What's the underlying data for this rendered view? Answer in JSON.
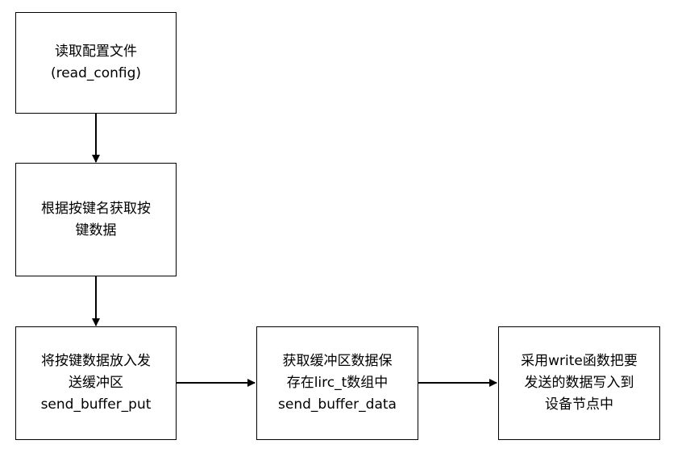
{
  "nodes": [
    {
      "id": "read-config",
      "lines": [
        "读取配置文件",
        "(read_config)"
      ]
    },
    {
      "id": "get-key-data",
      "lines": [
        "根据按键名获取按",
        "键数据"
      ]
    },
    {
      "id": "put-send-buffer",
      "lines": [
        "将按键数据放入发",
        "送缓冲区",
        "send_buffer_put"
      ]
    },
    {
      "id": "save-lirc-array",
      "lines": [
        "获取缓冲区数据保",
        "存在lirc_t数组中",
        "send_buffer_data"
      ]
    },
    {
      "id": "write-device-node",
      "lines": [
        "采用write函数把要",
        "发送的数据写入到",
        "设备节点中"
      ]
    }
  ],
  "edges": [
    {
      "from": "read-config",
      "to": "get-key-data"
    },
    {
      "from": "get-key-data",
      "to": "put-send-buffer"
    },
    {
      "from": "put-send-buffer",
      "to": "save-lirc-array"
    },
    {
      "from": "save-lirc-array",
      "to": "write-device-node"
    }
  ]
}
